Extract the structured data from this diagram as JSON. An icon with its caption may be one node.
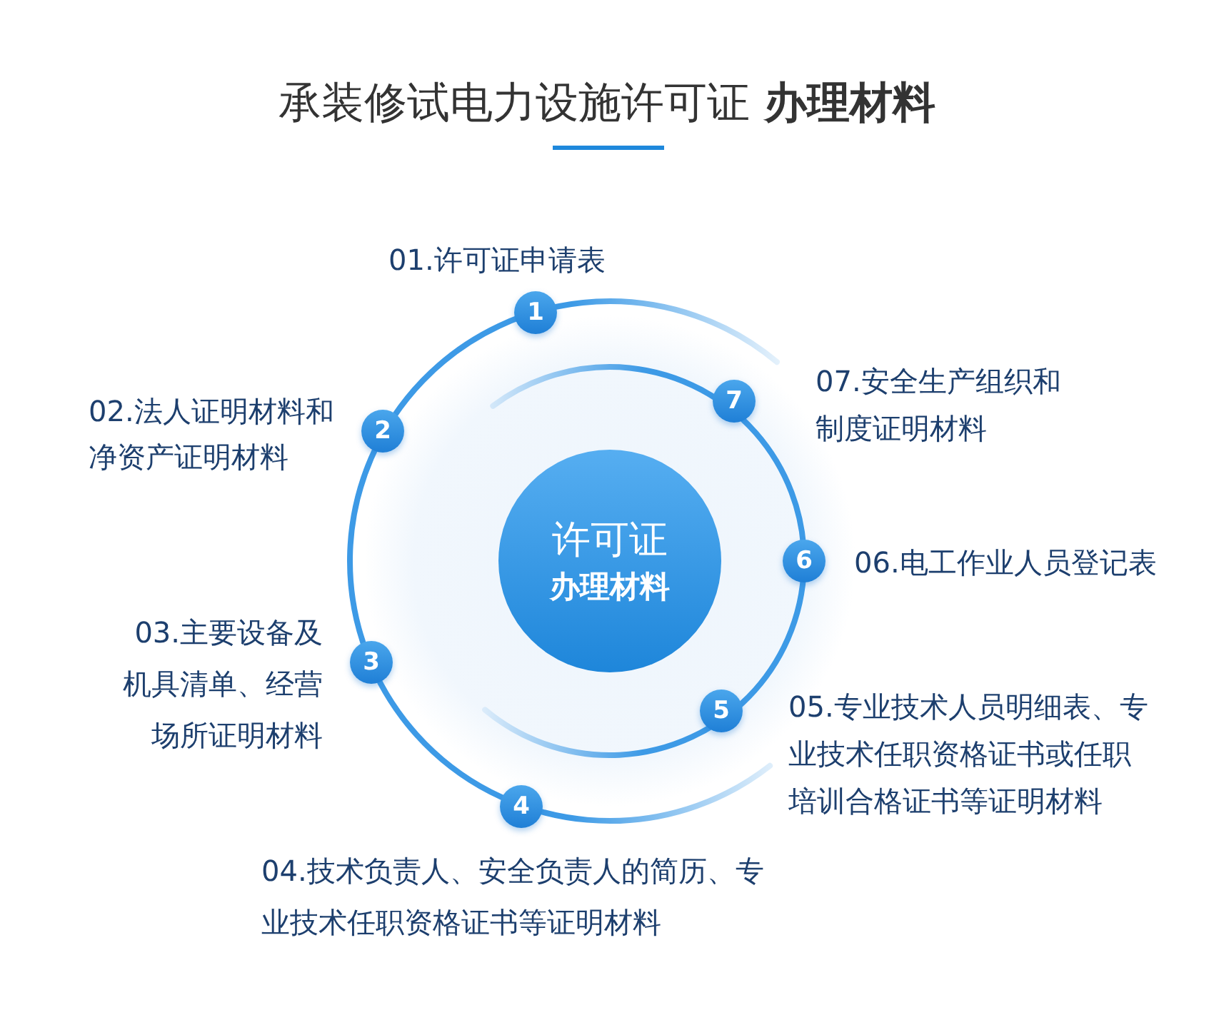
{
  "diagram": {
    "title": "承装修试电力设施许可证 **办理材料**",
    "nodes": [
      {
        "text": [
          "许可证",
          "办理材料"
        ]
      },
      {
        "text": [
          "1"
        ],
        "beside": [
          "01.许可证申请表"
        ]
      },
      {
        "text": [
          "2"
        ],
        "beside": [
          "02.法人证明材料和净资产证明材料"
        ]
      },
      {
        "text": [
          "3"
        ],
        "beside": [
          "03.主要设备及机具清单、经营场所证明材料"
        ]
      },
      {
        "text": [
          "4"
        ],
        "beside": [
          "04.技术负责人、安全负责人的简历、专业技术任职资格证书等证明材料"
        ]
      },
      {
        "text": [
          "5"
        ],
        "beside": [
          "05.专业技术人员明细表、专业技术任职资格证书或任职培训合格证书等证明材料"
        ]
      },
      {
        "text": [
          "6"
        ],
        "beside": [
          "06.电工作业人员登记表"
        ]
      },
      {
        "text": [
          "7"
        ],
        "beside": [
          "07.安全生产组织和制度证明材料"
        ]
      }
    ]
  }
}
